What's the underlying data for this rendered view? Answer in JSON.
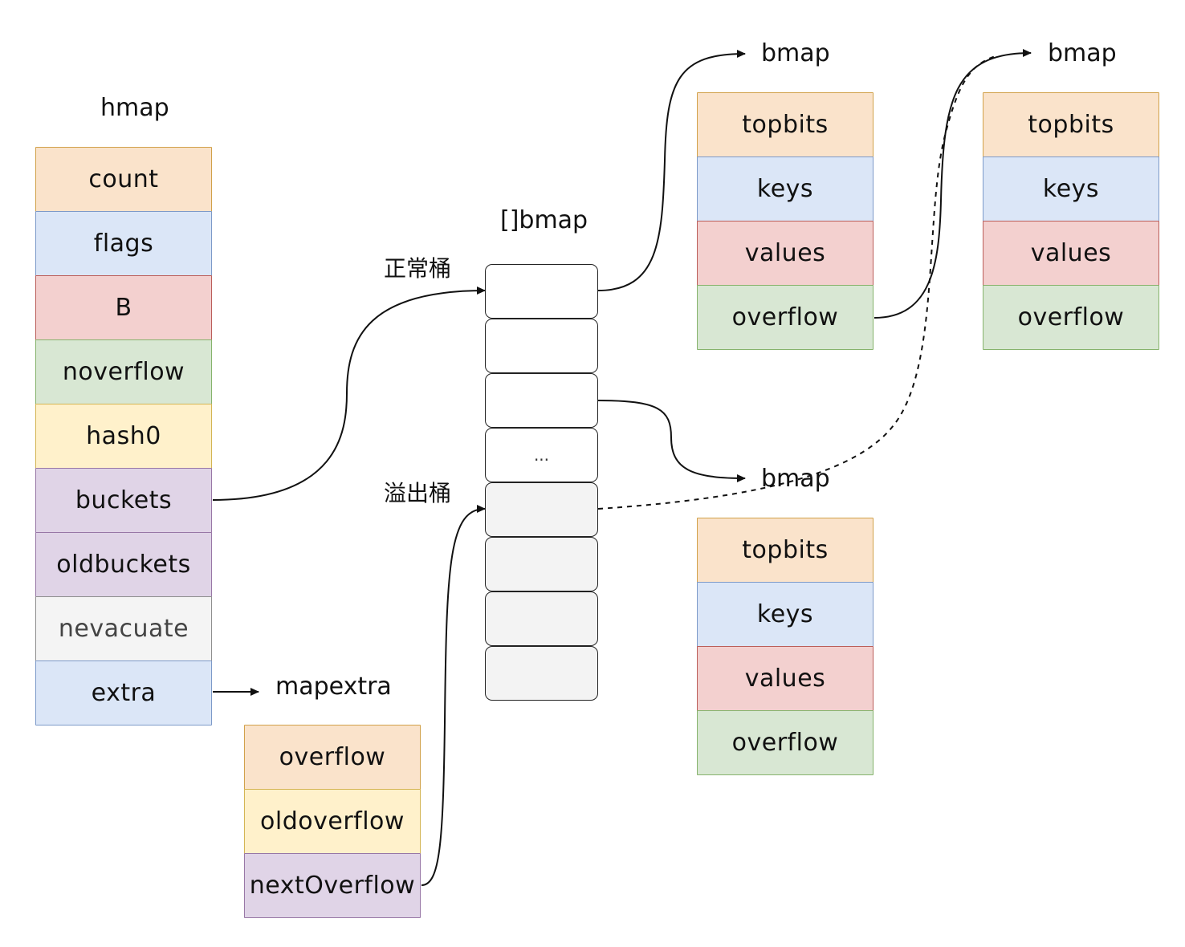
{
  "hmap": {
    "title": "hmap",
    "fields": [
      "count",
      "flags",
      "B",
      "noverflow",
      "hash0",
      "buckets",
      "oldbuckets",
      "nevacuate",
      "extra"
    ],
    "colors": [
      "orange",
      "blue",
      "red",
      "green",
      "yellow",
      "purple",
      "purple",
      "gray",
      "blue"
    ]
  },
  "mapextra": {
    "title": "mapextra",
    "fields": [
      "overflow",
      "oldoverflow",
      "nextOverflow"
    ],
    "colors": [
      "orange",
      "yellow",
      "purple"
    ]
  },
  "bucket_array": {
    "title": "[]bmap",
    "normal_label": "正常桶",
    "overflow_label": "溢出桶",
    "ellipsis": "...",
    "slot_count": 8,
    "normal_slots": 4
  },
  "bmaps": [
    {
      "title": "bmap",
      "fields": [
        "topbits",
        "keys",
        "values",
        "overflow"
      ]
    },
    {
      "title": "bmap",
      "fields": [
        "topbits",
        "keys",
        "values",
        "overflow"
      ]
    },
    {
      "title": "bmap",
      "fields": [
        "topbits",
        "keys",
        "values",
        "overflow"
      ]
    }
  ],
  "bmap_colors": [
    "orange",
    "blue",
    "red",
    "green"
  ],
  "palette": {
    "orange": "#fae3cb",
    "blue": "#dbe6f7",
    "red": "#f3d0cf",
    "green": "#d8e7d3",
    "yellow": "#fff1cb",
    "purple": "#e0d4e7",
    "gray": "#f4f4f4",
    "line": "#111111"
  }
}
